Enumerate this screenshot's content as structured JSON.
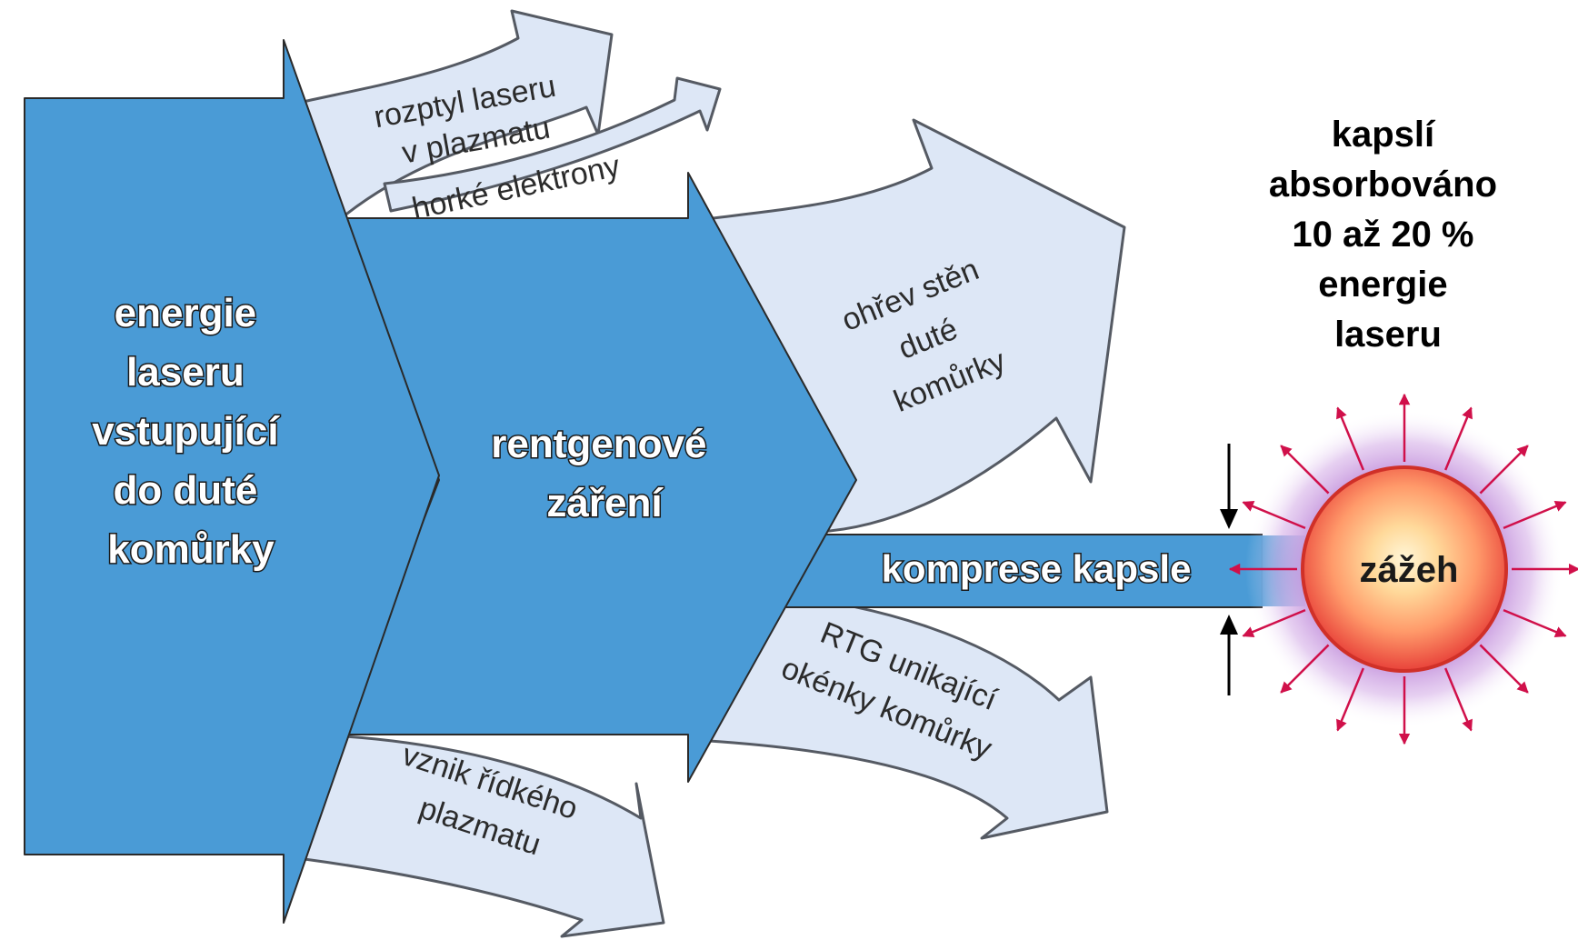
{
  "main_input": {
    "lines": [
      "energie",
      "laseru",
      "vstupující",
      "do duté",
      "komůrky"
    ]
  },
  "xray": {
    "lines": [
      "rentgenové",
      "záření"
    ]
  },
  "compression": {
    "label": "komprese kapsle"
  },
  "losses": {
    "scatter": [
      "rozptyl laseru",
      "v plazmatu"
    ],
    "hot_electrons": "horké elektrony",
    "wall_heating": [
      "ohřev stěn",
      "duté",
      "komůrky"
    ],
    "xray_escape": [
      "RTG unikající",
      "okénky  komůrky"
    ],
    "plasma": [
      "vznik řídkého",
      "plazmatu"
    ]
  },
  "result": {
    "lines": [
      "kapslí",
      "absorbováno",
      "10 až 20 %",
      "energie",
      "laseru"
    ]
  },
  "ignition": {
    "label": "zážeh"
  },
  "colors": {
    "main_arrow": "#4a9bd6",
    "loss_arrow": "#dde7f6",
    "capsule_core": "#ffe8a0",
    "capsule_edge": "#e8423a",
    "glow": "#b070d0",
    "emission_arrows": "#d0104a"
  }
}
